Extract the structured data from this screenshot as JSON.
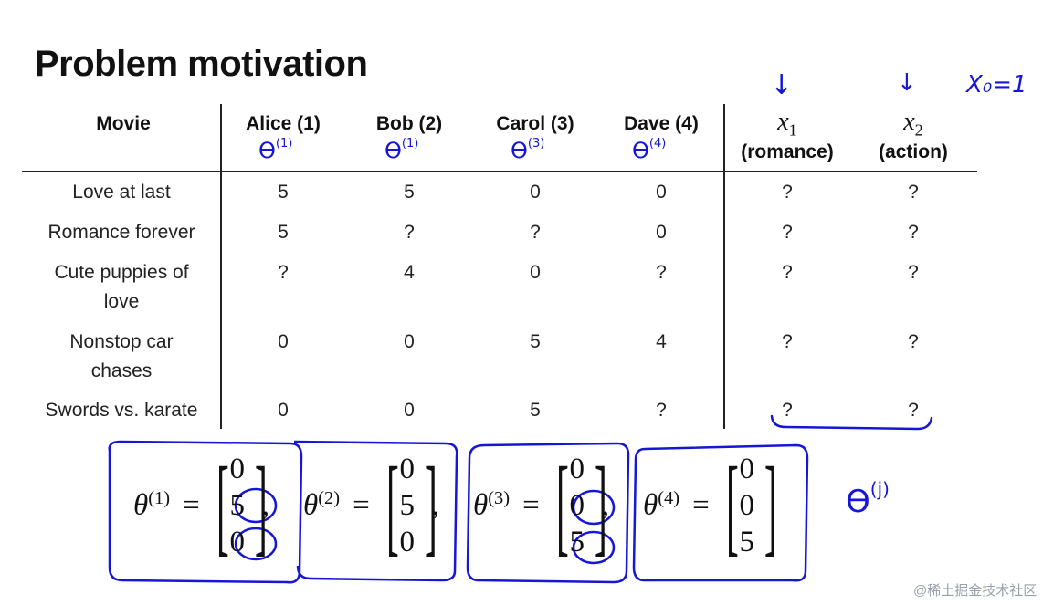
{
  "title": "Problem motivation",
  "table": {
    "movie_header": "Movie",
    "user_headers": [
      "Alice (1)",
      "Bob (2)",
      "Carol (3)",
      "Dave (4)"
    ],
    "feature_headers": [
      {
        "sym": "x",
        "idx": "1",
        "label": "(romance)"
      },
      {
        "sym": "x",
        "idx": "2",
        "label": "(action)"
      }
    ],
    "rows": [
      {
        "movie": "Love at last",
        "ratings": [
          "5",
          "5",
          "0",
          "0"
        ],
        "features": [
          "?",
          "?"
        ]
      },
      {
        "movie": "Romance forever",
        "ratings": [
          "5",
          "?",
          "?",
          "0"
        ],
        "features": [
          "?",
          "?"
        ]
      },
      {
        "movie": "Cute puppies of love",
        "ratings": [
          "?",
          "4",
          "0",
          "?"
        ],
        "features": [
          "?",
          "?"
        ]
      },
      {
        "movie": "Nonstop car chases",
        "ratings": [
          "0",
          "0",
          "5",
          "4"
        ],
        "features": [
          "?",
          "?"
        ]
      },
      {
        "movie": "Swords vs. karate",
        "ratings": [
          "0",
          "0",
          "5",
          "?"
        ],
        "features": [
          "?",
          "?"
        ]
      }
    ]
  },
  "theta_vectors": [
    {
      "sym": "θ",
      "sup": "(1)",
      "values": [
        "0",
        "5",
        "0"
      ]
    },
    {
      "sym": "θ",
      "sup": "(2)",
      "values": [
        "0",
        "5",
        "0"
      ]
    },
    {
      "sym": "θ",
      "sup": "(3)",
      "values": [
        "0",
        "0",
        "5"
      ]
    },
    {
      "sym": "θ",
      "sup": "(4)",
      "values": [
        "0",
        "0",
        "5"
      ]
    }
  ],
  "handwriting": {
    "theta_labels": [
      "(1)",
      "(1)",
      "(3)",
      "(4)"
    ],
    "x0_note": "X₀=1",
    "theta_j": "(j)"
  },
  "watermark": "@稀土掘金技术社区",
  "colors": {
    "ink": "#1616d6",
    "text": "#111111"
  }
}
